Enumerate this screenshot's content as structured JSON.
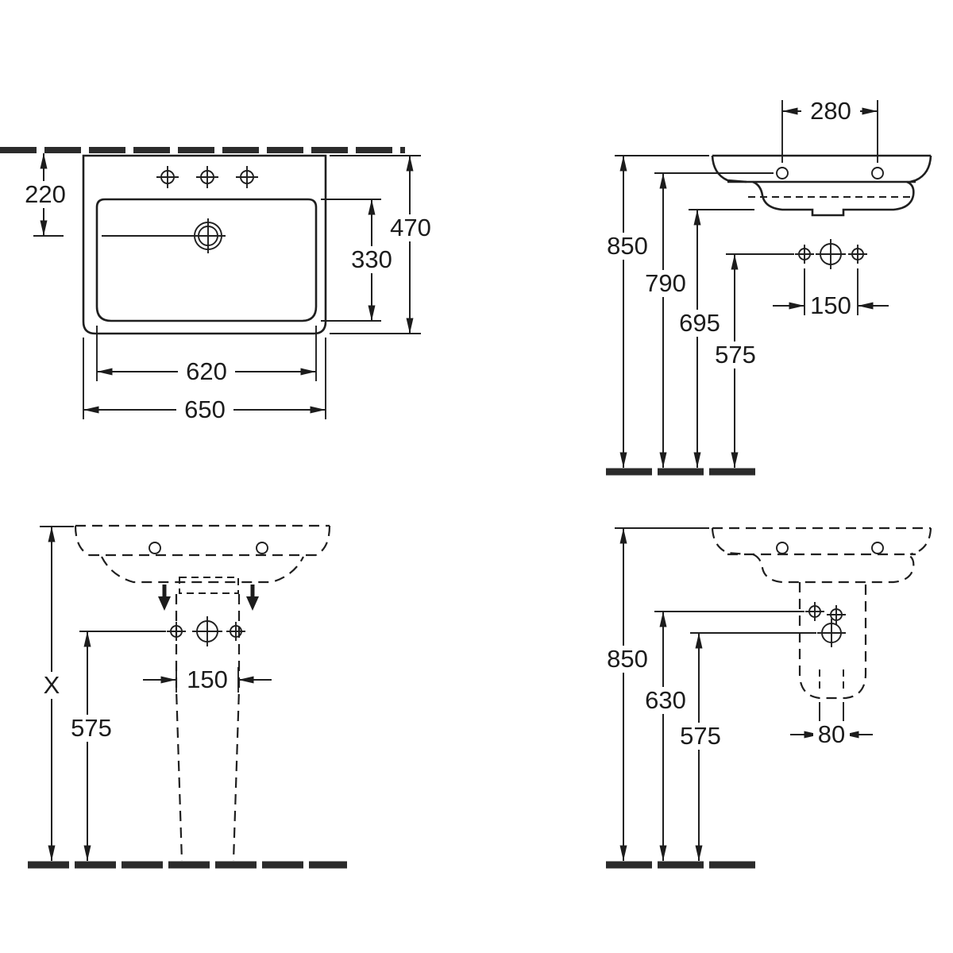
{
  "drawing": {
    "title": "washbasin-dimension-drawing",
    "views": {
      "plan": {
        "dim_wall_to_drain": "220",
        "dim_total_depth": "470",
        "dim_bowl_depth": "330",
        "dim_bowl_width": "620",
        "dim_total_width": "650"
      },
      "side": {
        "dim_hole_span": "280",
        "dim_rim_height": "850",
        "dim_fixing_height": "790",
        "dim_underside_height": "695",
        "dim_wall_hole_height": "575",
        "dim_wall_hole_spacing": "150"
      },
      "front_pedestal": {
        "dim_height_x": "X",
        "dim_hole_height": "575",
        "dim_hole_spacing": "150"
      },
      "side_semi_pedestal": {
        "dim_rim_height": "850",
        "dim_upper_hole_height": "630",
        "dim_hole_height": "575",
        "dim_outlet_spacing": "80"
      }
    }
  }
}
